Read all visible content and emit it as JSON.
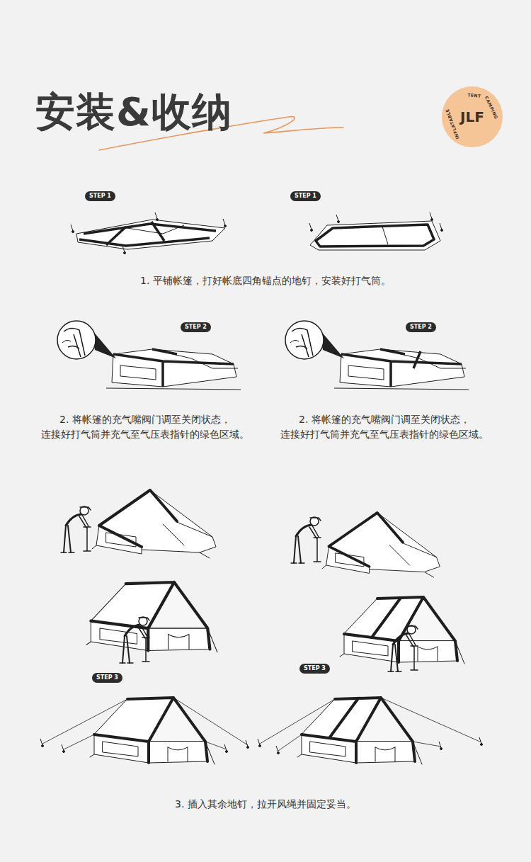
{
  "diagram": {
    "title": "安装&收纳",
    "nodes": [
      {
        "text": [
          "JLF"
        ]
      },
      {
        "text": [
          "STEP 1"
        ]
      },
      {
        "text": [
          "STEP 1"
        ]
      },
      {
        "text": [
          "STEP 2"
        ]
      },
      {
        "text": [
          "STEP 2"
        ]
      },
      {
        "text": [
          "STEP 3"
        ]
      },
      {
        "text": [
          "STEP 3"
        ]
      }
    ],
    "labels": [
      "TENT",
      "CAMPING",
      "INFLATABLE",
      "1. 平铺帐篷，打好帐底四角锚点的地钉，安装好打气筒。",
      "2. 将帐篷的充气嘴阀门调至关闭状态， 连接好打气筒并充气至气压表指针的绿色区域。",
      "2. 将帐篷的充气嘴阀门调至关闭状态， 连接好打气筒并充气至气压表指针的绿色区域。",
      "3. 插入其余地钉，拉开风绳并固定妥当。"
    ]
  }
}
